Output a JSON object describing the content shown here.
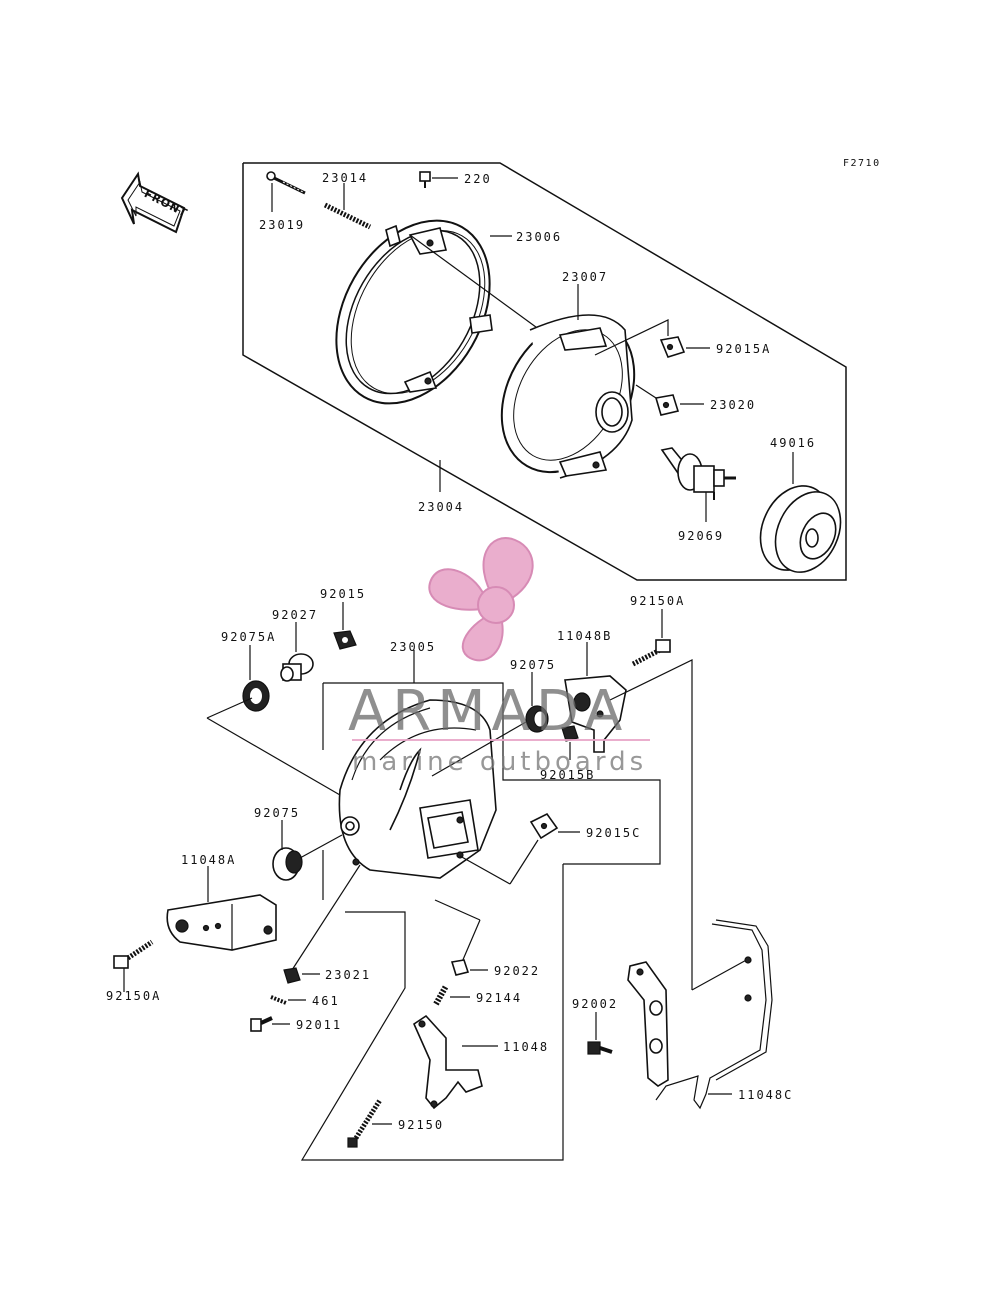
{
  "figure_code": "F2710",
  "front_label": "FRONT",
  "watermark": {
    "brand": "ARMADA",
    "tagline": "marine outboards",
    "pink": "#e8a6c8",
    "gray": "#6e6e6e"
  },
  "parts": {
    "p23019": "23019",
    "p23014": "23014",
    "p220": "220",
    "p23006": "23006",
    "p23007": "23007",
    "p92015A": "92015A",
    "p23020": "23020",
    "p49016": "49016",
    "p92069": "92069",
    "p23004": "23004",
    "p92015": "92015",
    "p92027": "92027",
    "p92075A": "92075A",
    "p23005": "23005",
    "p92150A_top": "92150A",
    "p11048B": "11048B",
    "p92075_right": "92075",
    "p92015B": "92015B",
    "p92075_left": "92075",
    "p92015C": "92015C",
    "p11048A": "11048A",
    "p92150A_left": "92150A",
    "p23021": "23021",
    "p461": "461",
    "p92011": "92011",
    "p92022": "92022",
    "p92144": "92144",
    "p11048": "11048",
    "p92150": "92150",
    "p92002": "92002",
    "p11048C": "11048C"
  }
}
